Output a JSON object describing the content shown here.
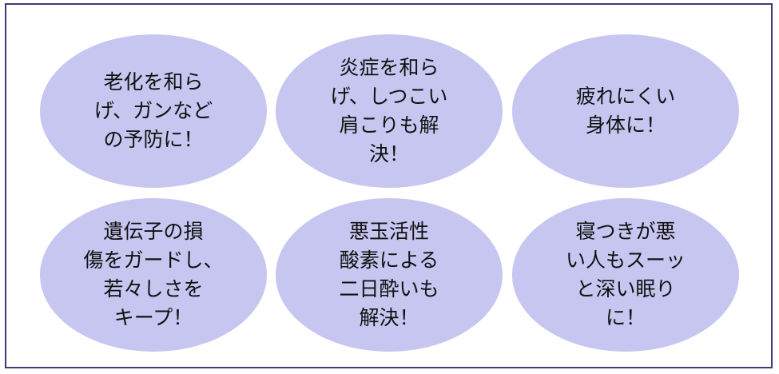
{
  "benefits": [
    {
      "text": "老化を和ら\nげ、ガンなど\nの予防に！"
    },
    {
      "text": "炎症を和ら\nげ、しつこい\n肩こりも解\n決！"
    },
    {
      "text": "疲れにくい\n身体に！"
    },
    {
      "text": "遺伝子の損\n傷をガードし、\n若々しさを\nキープ！"
    },
    {
      "text": "悪玉活性\n酸素による\n二日酔いも\n解決！"
    },
    {
      "text": "寝つきが悪\nい人もスーッ\nと深い眠り\nに！"
    }
  ],
  "colors": {
    "oval": "#c6c6f1",
    "border": "#3c3c78"
  }
}
